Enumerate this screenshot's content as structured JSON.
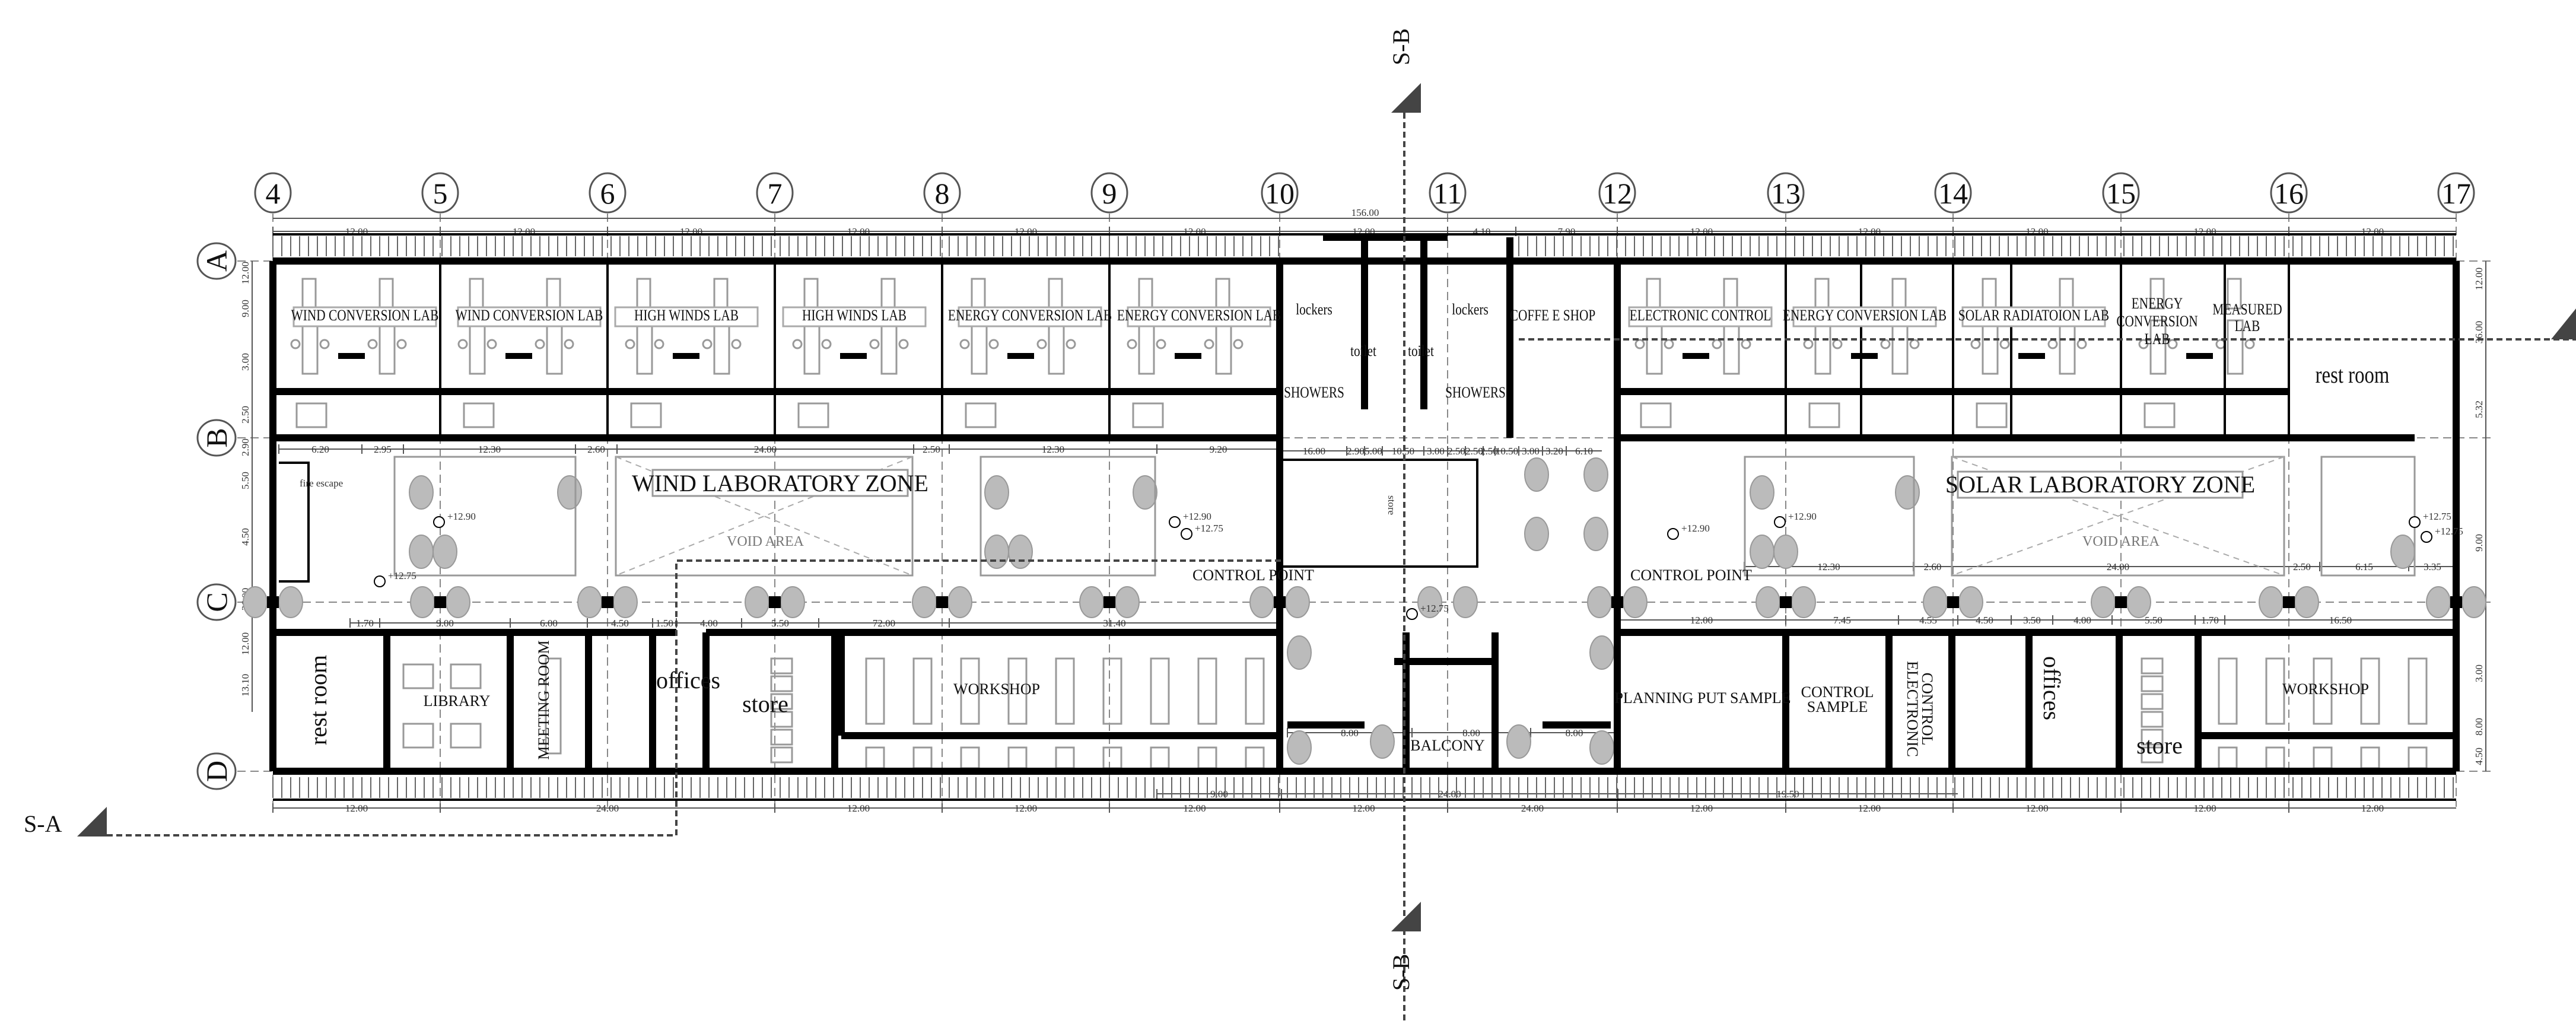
{
  "grid": {
    "columns": [
      "4",
      "5",
      "6",
      "7",
      "8",
      "9",
      "10",
      "11",
      "12",
      "13",
      "14",
      "15",
      "16",
      "17"
    ],
    "rows": [
      "A",
      "B",
      "C",
      "D"
    ]
  },
  "sections": {
    "a": "S-A",
    "b_top": "S-B",
    "b_bottom": "S-B"
  },
  "dimensions": {
    "overall": "156.00",
    "top": [
      "12.00",
      "12.00",
      "12.00",
      "12.00",
      "12.00",
      "12.00",
      "12.00",
      "4.10",
      "7.90",
      "12.00",
      "12.00",
      "12.00",
      "12.00",
      "12.00"
    ],
    "bottom": [
      "12.00",
      "24.00",
      "12.00",
      "12.00",
      "12.00",
      "12.00",
      "24.00",
      "12.00",
      "12.00",
      "12.00",
      "12.00",
      "12.00"
    ],
    "bottom_inner": [
      "9.00",
      "24.00",
      "19.50"
    ],
    "left": [
      "12.00",
      "9.00",
      "3.00",
      "2.50",
      "2.90",
      "5.50",
      "4.50",
      "36.00",
      "12.00",
      "13.10"
    ],
    "right": [
      "12.00",
      "36.00",
      "5.32",
      "9.00",
      "3.00",
      "8.00",
      "4.50"
    ],
    "mid_wind": [
      "6.20",
      "2.95",
      "12.30",
      "2.60",
      "24.00",
      "2.50",
      "12.30",
      "9.20"
    ],
    "mid_solar": [
      "12.30",
      "2.60",
      "24.00",
      "2.50",
      "6.15",
      "3.35"
    ],
    "lower_wind": [
      "1.70",
      "9.00",
      "6.00",
      "4.50",
      "1.50",
      "4.00",
      "5.50",
      "72.00",
      "31.40"
    ],
    "lower_solar": [
      "12.00",
      "7.45",
      "4.55",
      "4.50",
      "3.50",
      "4.00",
      "5.50",
      "1.70",
      "16.50"
    ],
    "core": [
      "16.00",
      "2.90",
      "5.00",
      "10.50",
      "3.00",
      "2.50",
      "2.50",
      "2.50",
      "10.50",
      "3.00",
      "3.20",
      "6.10"
    ],
    "balcony": [
      "8.00",
      "8.00",
      "8.00"
    ]
  },
  "levels": [
    "+12.90",
    "+12.90",
    "+12.75",
    "+12.75",
    "+12.75",
    "+12.90",
    "+12.90",
    "+12.75",
    "+12.75"
  ],
  "rooms_top": [
    "WIND CONVERSION LAB",
    "WIND CONVERSION LAB",
    "HIGH WINDS LAB",
    "HIGH WINDS LAB",
    "ENERGY CONVERSION LAB",
    "ENERGY CONVERSION LAB",
    "lockers",
    "toilet",
    "toilet",
    "lockers",
    "COFFE E SHOP",
    "ELECTRONIC CONTROL",
    "ENERGY CONVERSION LAB",
    "SOLAR RADIATOION LAB",
    "ENERGY",
    "CONVERSION",
    "LAB",
    "MEASURED",
    "LAB",
    "rest room",
    "SHOWERS",
    "SHOWERS"
  ],
  "zones": {
    "wind": "WIND LABORATORY ZONE",
    "solar": "SOLAR LABORATORY ZONE",
    "void": "VOID AREA",
    "control_point": "CONTROL POINT",
    "fire_escape": "fire escape",
    "core_store": "store"
  },
  "rooms_bottom": [
    "rest room",
    "LIBRARY",
    "MEETING ROOM",
    "offices",
    "store",
    "WORKSHOP",
    "BALCONY",
    "PLANNING PUT SAMPLE",
    "CONTROL",
    "SAMPLE",
    "ELECTRONIC",
    "CONTROL",
    "offices",
    "store",
    "WORKSHOP"
  ]
}
